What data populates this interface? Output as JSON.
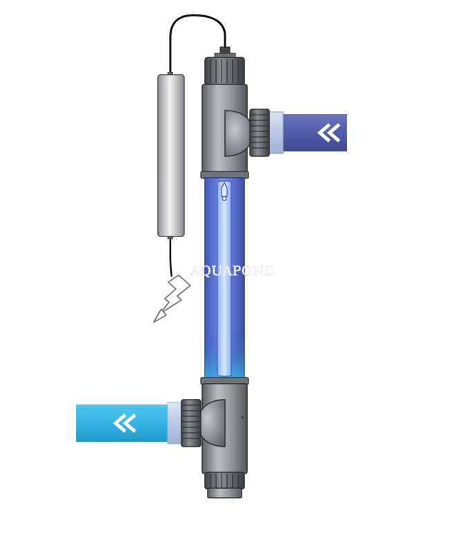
{
  "watermark": {
    "text": "AQUAPOND"
  },
  "colors": {
    "background": "#ffffff",
    "inlet_water": "#36b8e6",
    "outlet_water": "#4e5aa6",
    "housing_gray": "#8d9096",
    "uv_blue": "#4d67c8",
    "ballast_silver": "#c9cacc"
  },
  "icons": {
    "inlet_arrow": "double-chevron-left",
    "outlet_arrow": "double-chevron-left",
    "power_plug": "lightning-arrow"
  }
}
